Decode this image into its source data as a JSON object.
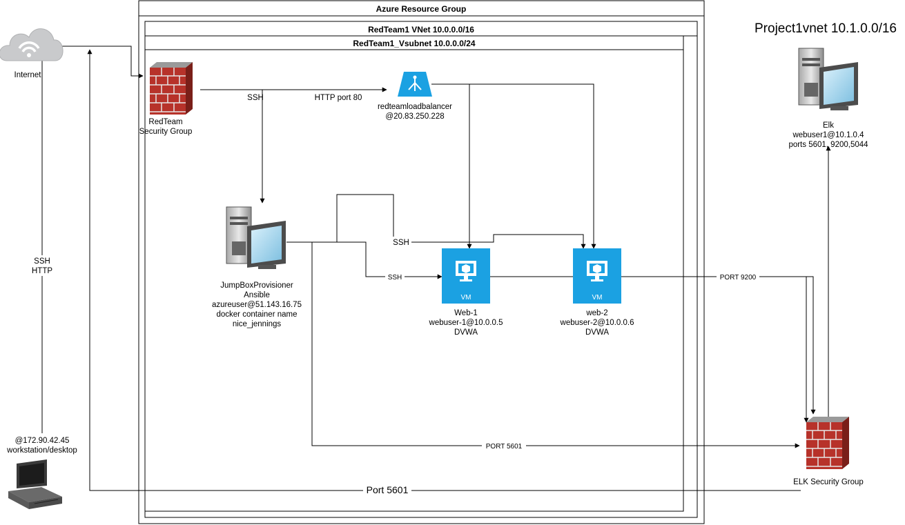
{
  "containers": {
    "resource_group": "Azure Resource Group",
    "vnet": "RedTeam1 VNet 10.0.0.0/16",
    "vsubnet": "RedTeam1_Vsubnet 10.0.0.0/24",
    "project_vnet": "Project1vnet 10.1.0.0/16"
  },
  "nodes": {
    "internet": {
      "label": "Internet",
      "icon": "cloud-icon"
    },
    "workstation": {
      "lines": [
        "@172.90.42.45",
        "workstation/desktop"
      ],
      "icon": "desktop-computer-icon"
    },
    "redteam_sg": {
      "lines": [
        "RedTeam",
        "Security Group"
      ],
      "icon": "firewall-icon"
    },
    "load_balancer": {
      "lines": [
        "redteamloadbalancer",
        "@20.83.250.228"
      ],
      "icon": "load-balancer-icon"
    },
    "jumpbox": {
      "lines": [
        "JumpBoxProvisioner",
        "Ansible",
        "azureuser@51.143.16.75",
        "docker container name",
        "nice_jennings"
      ],
      "icon": "server-computer-icon"
    },
    "web1": {
      "lines": [
        "Web-1",
        "webuser-1@10.0.0.5",
        "DVWA"
      ],
      "badge": "VM",
      "icon": "virtual-machine-icon"
    },
    "web2": {
      "lines": [
        "web-2",
        "webuser-2@10.0.0.6",
        "DVWA"
      ],
      "badge": "VM",
      "icon": "virtual-machine-icon"
    },
    "elk": {
      "lines": [
        "Elk",
        "webuser1@10.1.0.4",
        "ports 5601, 9200,5044"
      ],
      "icon": "server-computer-icon"
    },
    "elk_sg": {
      "label": "ELK Security Group",
      "icon": "firewall-icon"
    }
  },
  "edge_labels": {
    "ssh_http_1": "SSH",
    "ssh_http_2": "HTTP",
    "ssh_sg": "SSH",
    "http80": "HTTP port 80",
    "ssh_web2": "SSH",
    "ssh_web1": "SSH",
    "port9200": "PORT 9200",
    "port5601_jump": "PORT 5601",
    "port5601_ws": "Port 5601"
  },
  "colors": {
    "azure_blue": "#1ba1e2",
    "firewall_red": "#b7322a",
    "cloud_gray": "#c9cacc"
  }
}
